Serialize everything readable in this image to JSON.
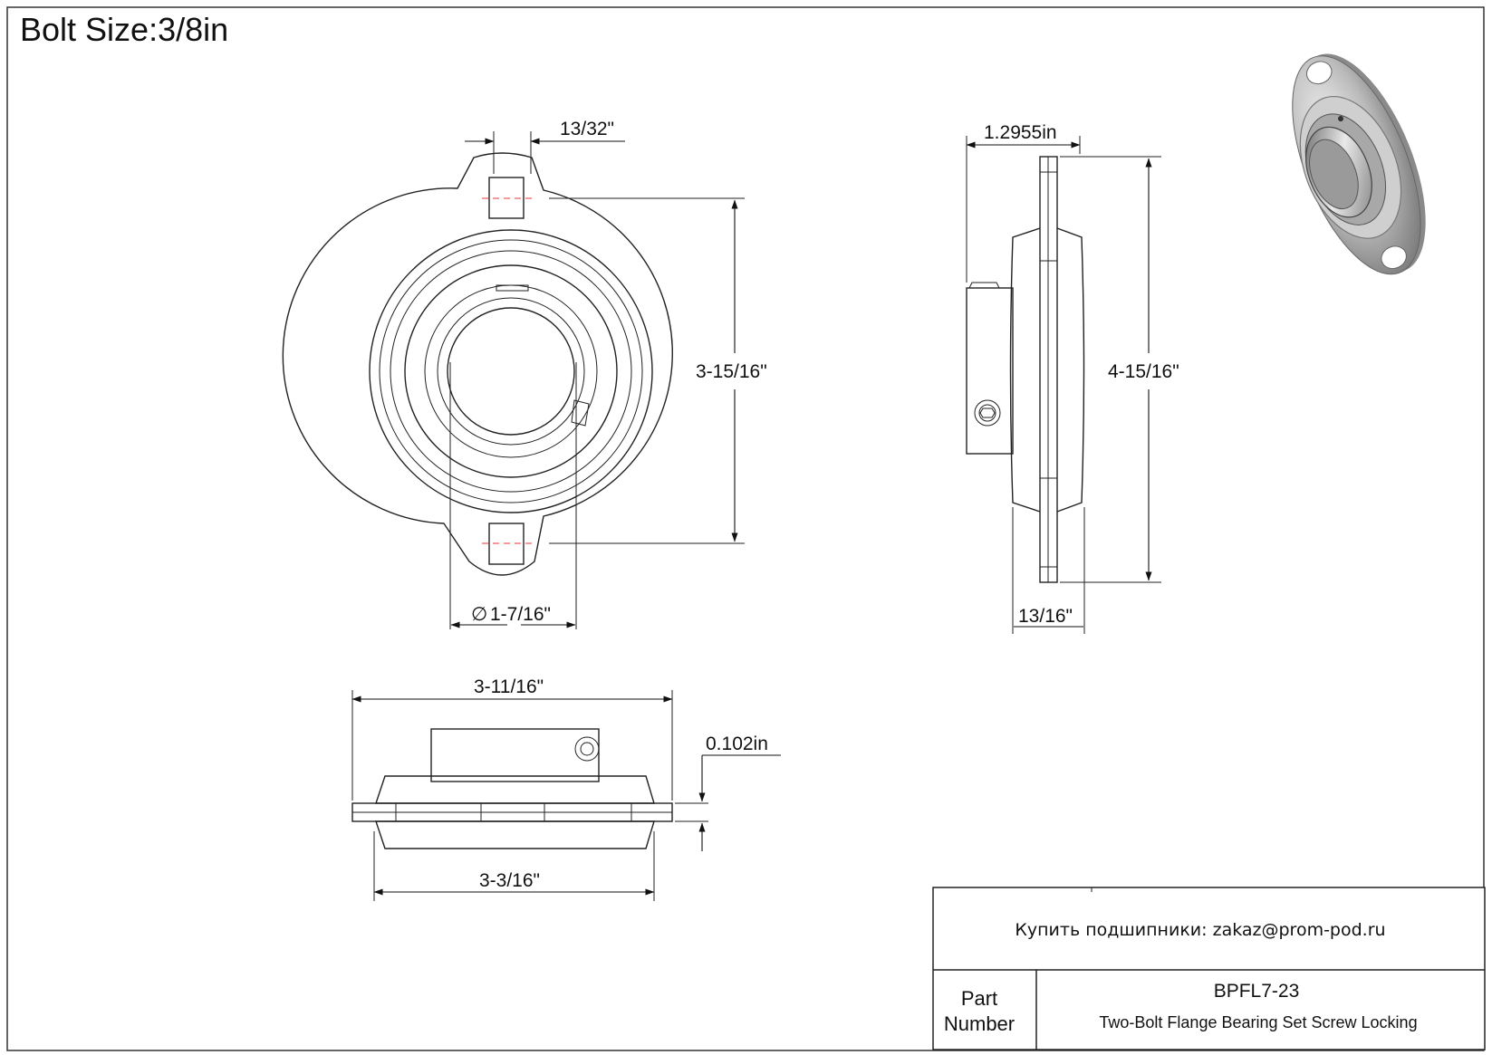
{
  "title": "Bolt Size:3/8in",
  "dimensions": {
    "bolt_hole_width": "13/32\"",
    "bolt_spacing": "3-15/16\"",
    "bore_diameter": "1-7/16\"",
    "diameter_symbol": "∅",
    "side_width": "1.2955in",
    "overall_height": "4-15/16\"",
    "flange_thickness": "13/16\"",
    "overall_width": "3-11/16\"",
    "plate_thickness": "0.102in",
    "base_width": "3-3/16\""
  },
  "title_block": {
    "contact": "Купить подшипники: zakaz@prom-pod.ru",
    "label_line1": "Part",
    "label_line2": "Number",
    "part_number": "BPFL7-23",
    "description": "Two-Bolt Flange Bearing Set Screw Locking"
  },
  "colors": {
    "line": "#222222",
    "centerline": "#e23a3a"
  },
  "icons": {
    "bearing_render": "3d-bearing-thumbnail",
    "set_screw": "hex-socket-screw-icon"
  }
}
